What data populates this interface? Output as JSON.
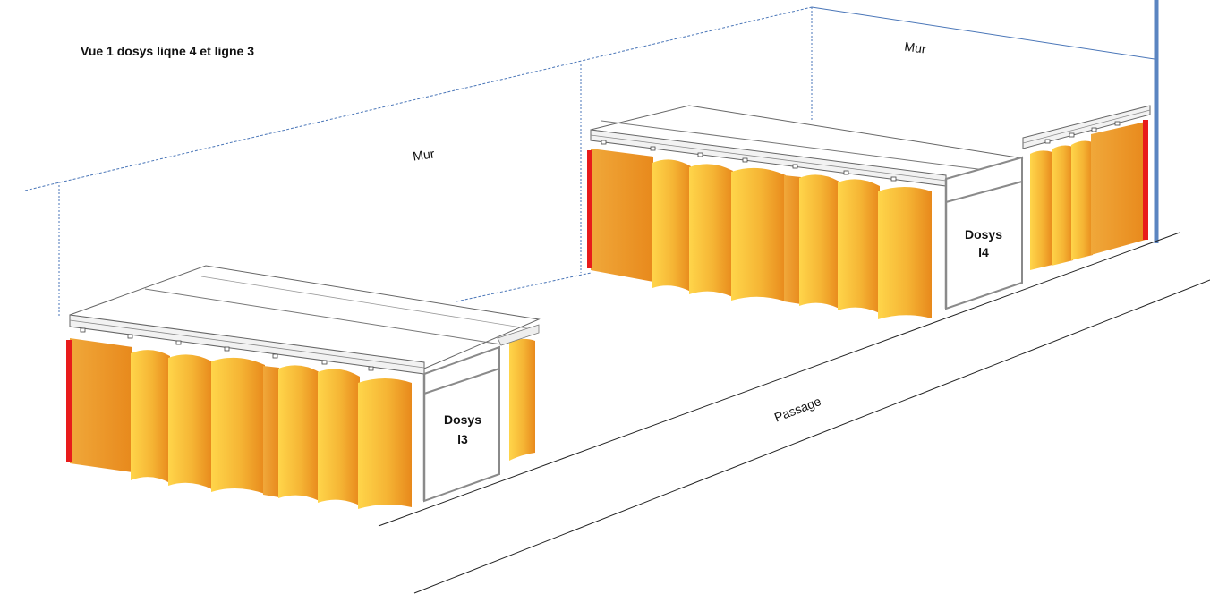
{
  "title": "Vue 1 dosys liqne  4 et ligne 3",
  "wall_labels": [
    "Mur",
    "Mur"
  ],
  "passage_label": "Passage",
  "units": [
    {
      "line1": "Dosys",
      "line2": "l3"
    },
    {
      "line1": "Dosys",
      "line2": "l4"
    }
  ],
  "colors": {
    "curtain_light": "#ffd54a",
    "curtain_dark": "#e8891c",
    "seal": "#e81b1b",
    "wall_line": "#4a76b8",
    "post": "#5b85c1",
    "frame": "#8a8a8a"
  }
}
